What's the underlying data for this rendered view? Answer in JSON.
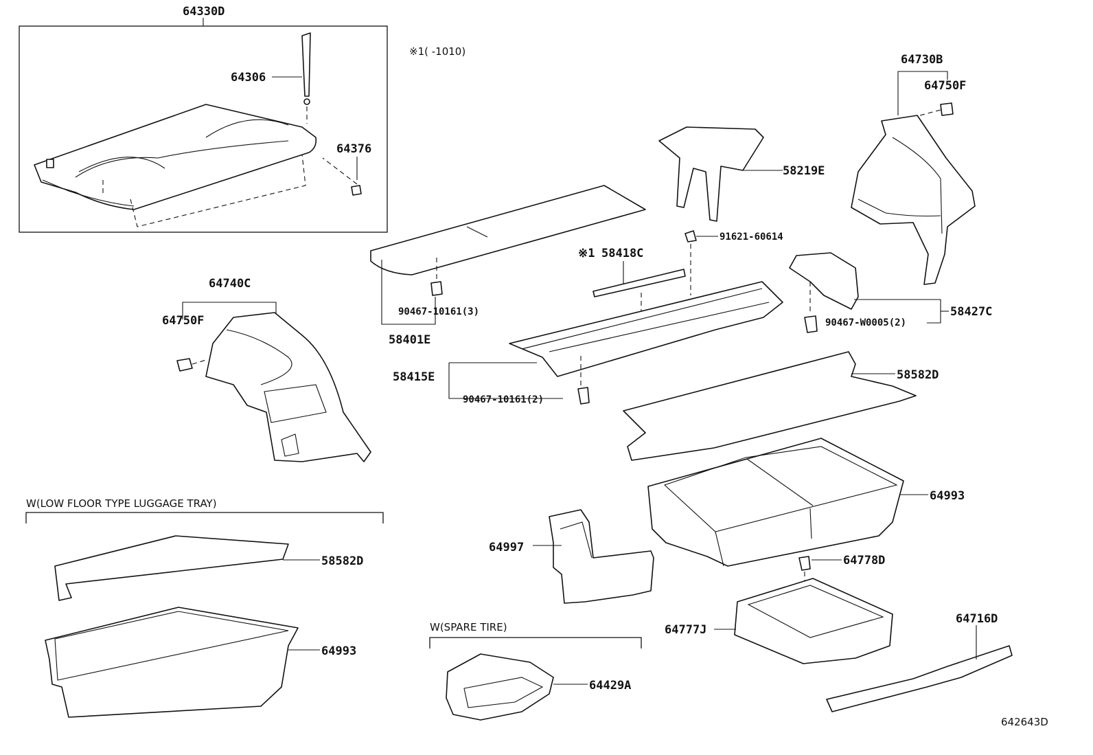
{
  "note_top": "※1(      -1010)",
  "groups": {
    "low_floor": "W(LOW FLOOR TYPE LUGGAGE TRAY)",
    "spare_tire": "W(SPARE TIRE)"
  },
  "labels": {
    "p64330D": "64330D",
    "p64306": "64306",
    "p64376": "64376",
    "p64740C": "64740C",
    "p64750F_left": "64750F",
    "p58401E": "58401E",
    "p90467_10161_3": "90467-10161(3)",
    "p58415E": "58415E",
    "p90467_10161_2": "90467-10161(2)",
    "p58418C_mark": "※1",
    "p58418C": "58418C",
    "p58219E": "58219E",
    "p91621_60614": "91621-60614",
    "p64730B": "64730B",
    "p64750F_right": "64750F",
    "p58427C": "58427C",
    "p90467_W0005": "90467-W0005(2)",
    "p58582D_main": "58582D",
    "p64993_main": "64993",
    "p64997": "64997",
    "p64778D": "64778D",
    "p64777J": "64777J",
    "p64716D": "64716D",
    "p58582D_low": "58582D",
    "p64993_low": "64993",
    "p64429A": "64429A"
  },
  "drawing_id": "642643D"
}
